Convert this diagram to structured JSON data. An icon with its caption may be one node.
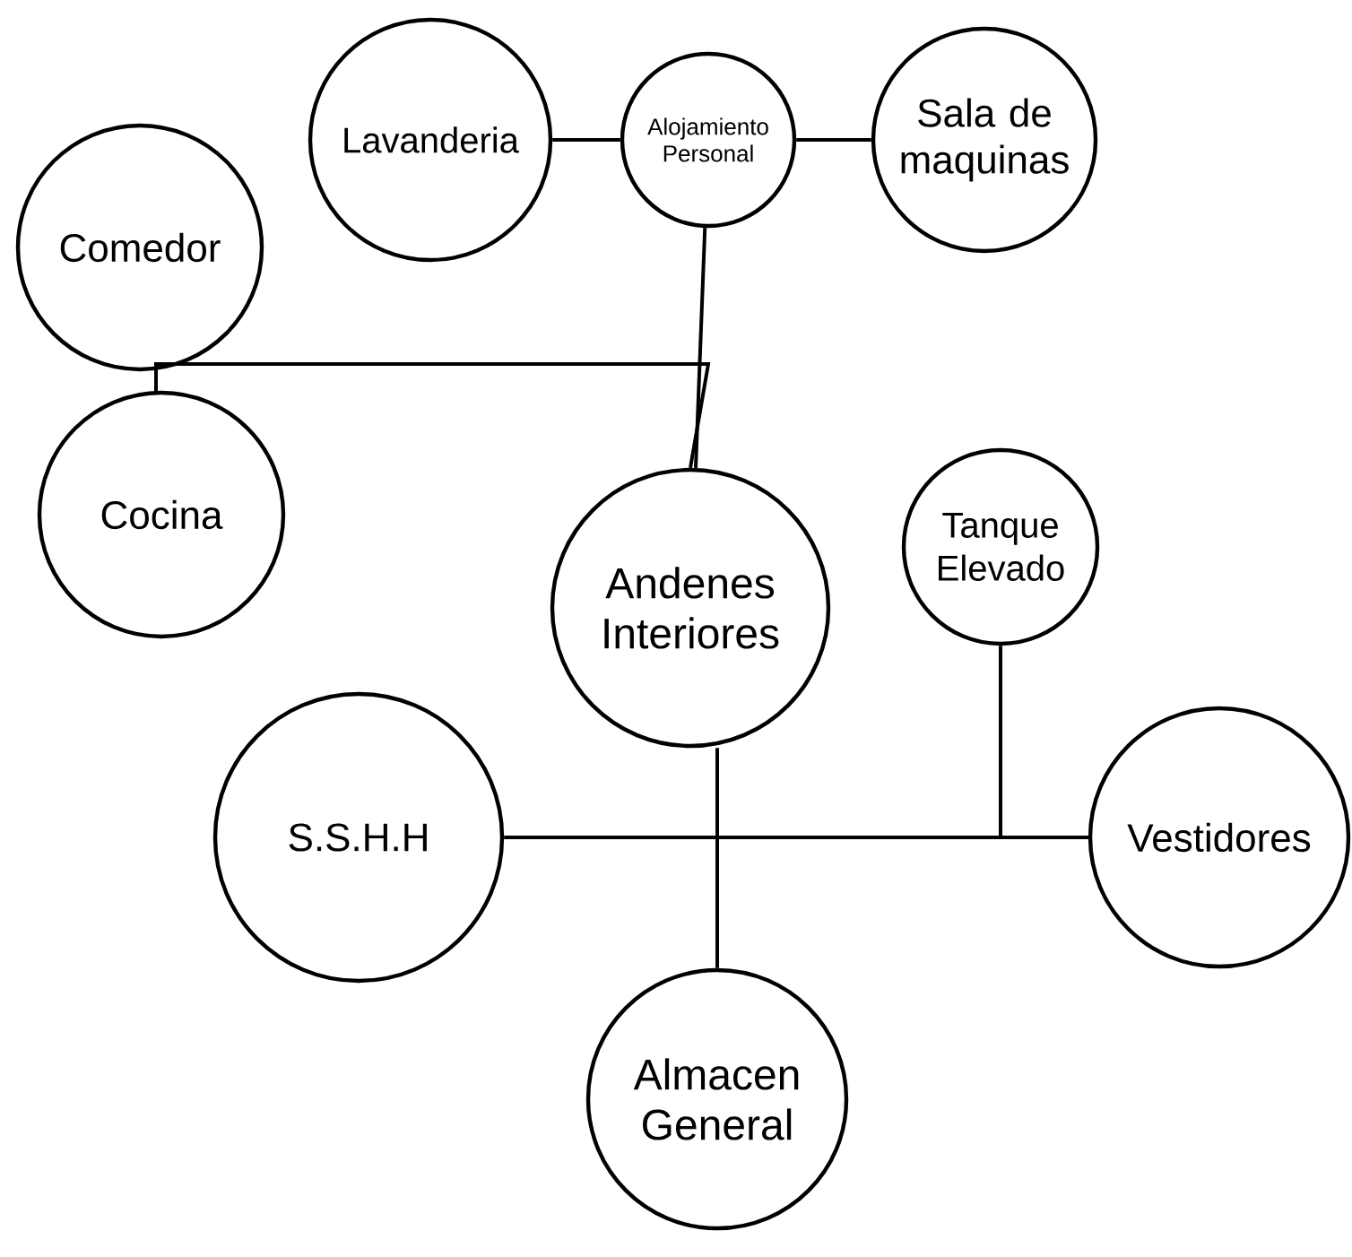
{
  "diagram": {
    "nodes": [
      {
        "text": [
          "Lavanderia"
        ]
      },
      {
        "text": [
          "Alojamiento Personal"
        ]
      },
      {
        "text": [
          "Sala de maquinas"
        ]
      },
      {
        "text": [
          "Comedor"
        ]
      },
      {
        "text": [
          "Cocina"
        ]
      },
      {
        "text": [
          "Andenes Interiores"
        ]
      },
      {
        "text": [
          "Tanque Elevado"
        ]
      },
      {
        "text": [
          "S.S.H.H"
        ]
      },
      {
        "text": [
          "Vestidores"
        ]
      },
      {
        "text": [
          "Almacen General"
        ]
      }
    ],
    "edges": [
      {
        "from": 0,
        "to": 1,
        "arrow": "none"
      },
      {
        "from": 1,
        "to": 2,
        "arrow": "none"
      },
      {
        "from": 1,
        "to": 5,
        "arrow": "none"
      },
      {
        "from": 3,
        "to": 4,
        "arrow": "none"
      },
      {
        "from": 3,
        "to": 5,
        "arrow": "none"
      },
      {
        "from": 7,
        "to": 8,
        "arrow": "none"
      },
      {
        "from": 5,
        "to": 9,
        "arrow": "none"
      },
      {
        "from": 6,
        "to": 8,
        "arrow": "none"
      }
    ]
  }
}
